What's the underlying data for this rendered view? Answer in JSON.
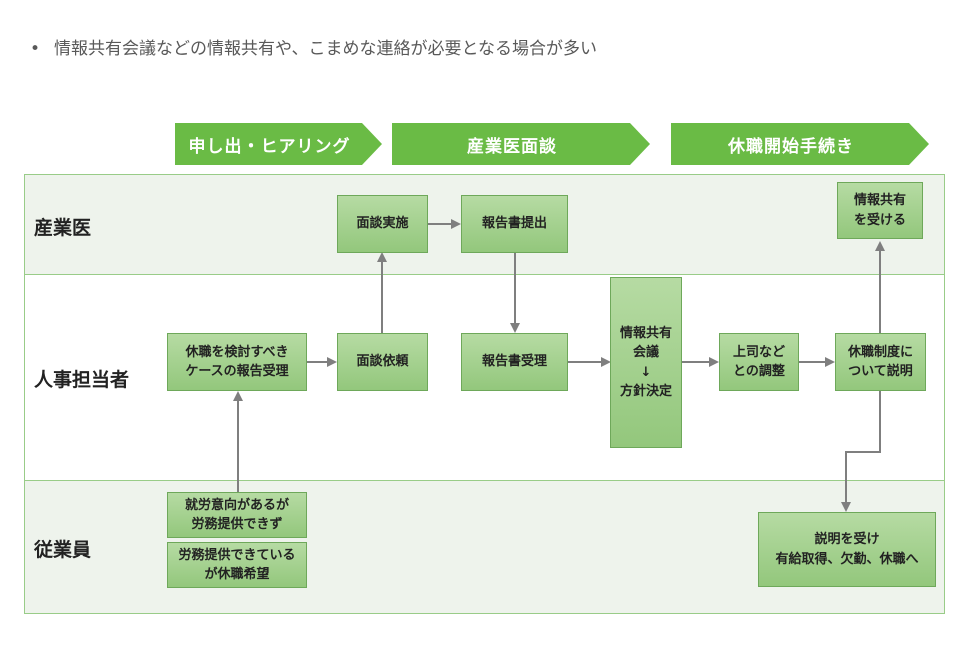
{
  "bullet": "情報共有会議などの情報共有や、こまめな連絡が必要となる場合が多い",
  "phases": [
    "申し出・ヒアリング",
    "産業医面談",
    "休職開始手続き"
  ],
  "lanes": [
    "産業医",
    "人事担当者",
    "従業員"
  ],
  "boxes": {
    "kentou": "休職を検討すべき\nケースの報告受理",
    "mendan_irai": "面談依頼",
    "mendan_jisshi": "面談実施",
    "houkokusho_teishutsu": "報告書提出",
    "houkokusho_juri": "報告書受理",
    "kaigi": "情報共有\n会議\n↓\n方針決定",
    "joushi": "上司など\nとの調整",
    "seido": "休職制度に\nついて説明",
    "joho_kyoyu": "情報共有\nを受ける",
    "shurou_ikou": "就労意向があるが\n労務提供できず",
    "kyushoku_kibou": "労務提供できている\nが休職希望",
    "setsumei": "説明を受け\n有給取得、欠勤、休職へ"
  }
}
